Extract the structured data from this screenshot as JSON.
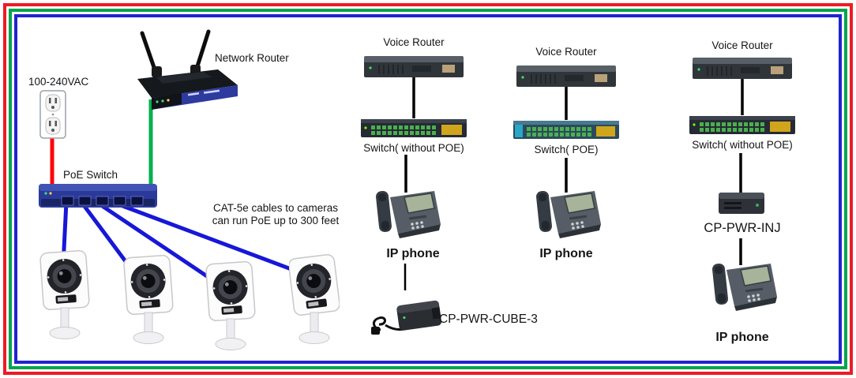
{
  "left_diagram": {
    "outlet_label": "100-240VAC",
    "router_label": "Network Router",
    "switch_label": "PoE Switch",
    "cable_note": "CAT-5e cables to cameras\ncan run PoE up to 300 feet"
  },
  "poe_options": [
    {
      "router_label": "Voice Router",
      "switch_label": "Switch( without POE)",
      "phone_label": "IP phone",
      "power_label": "CP-PWR-CUBE-3"
    },
    {
      "router_label": "Voice Router",
      "switch_label": "Switch( POE)",
      "phone_label": "IP phone"
    },
    {
      "router_label": "Voice Router",
      "switch_label": "Switch( without POE)",
      "power_label": "CP-PWR-INJ",
      "phone_label": "IP phone"
    }
  ],
  "colors": {
    "frame_outer": "#ed1c24",
    "frame_middle": "#00a551",
    "frame_inner": "#1f24cf",
    "cable_power": "#ff0606",
    "cable_uplink": "#00b14f",
    "cable_poe": "#1717d8",
    "connector": "#000000"
  }
}
